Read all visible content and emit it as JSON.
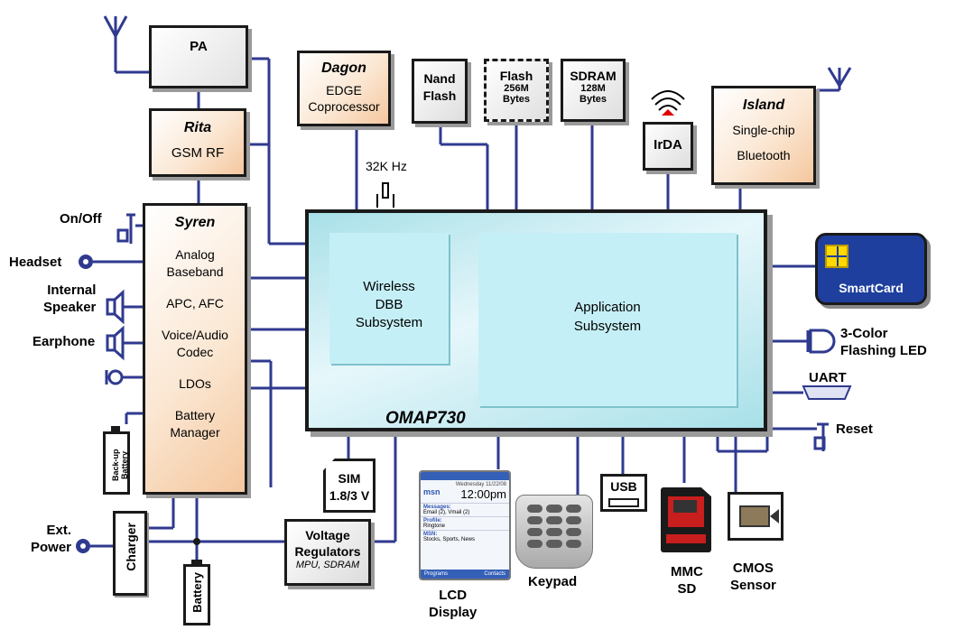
{
  "blocks": {
    "pa": "PA",
    "rita_title": "Rita",
    "rita_sub": "GSM RF",
    "dagon_title": "Dagon",
    "dagon_l1": "EDGE",
    "dagon_l2": "Coprocessor",
    "nand_l1": "Nand",
    "nand_l2": "Flash",
    "flash_l1": "Flash",
    "flash_l2": "256M",
    "flash_l3": "Bytes",
    "sdram_l1": "SDRAM",
    "sdram_l2": "128M",
    "sdram_l3": "Bytes",
    "irda": "IrDA",
    "island_title": "Island",
    "island_l1": "Single-chip",
    "island_l2": "Bluetooth",
    "clock": "32K Hz",
    "syren_title": "Syren",
    "syren_items": [
      "Analog",
      "Baseband",
      "APC, AFC",
      "Voice/Audio",
      "Codec",
      "LDOs",
      "Battery",
      "Manager"
    ],
    "wireless_l1": "Wireless",
    "wireless_l2": "DBB",
    "wireless_l3": "Subsystem",
    "app_l1": "Application",
    "app_l2": "Subsystem",
    "omap": "OMAP730",
    "smartcard": "SmartCard",
    "sim_l1": "SIM",
    "sim_l2": "1.8/3 V",
    "vreg_l1": "Voltage",
    "vreg_l2": "Regulators",
    "vreg_l3": "MPU, SDRAM",
    "charger": "Charger",
    "battery": "Battery",
    "backup_battery": "Back-up Battery",
    "usb": "USB"
  },
  "labels": {
    "onoff": "On/Off",
    "headset": "Headset",
    "internal_l1": "Internal",
    "internal_l2": "Speaker",
    "earphone": "Earphone",
    "ext_l1": "Ext.",
    "ext_l2": "Power",
    "led_l1": "3-Color",
    "led_l2": "Flashing LED",
    "uart": "UART",
    "reset": "Reset",
    "lcd_l1": "LCD",
    "lcd_l2": "Display",
    "keypad": "Keypad",
    "mmc_l1": "MMC",
    "mmc_l2": "SD",
    "cmos_l1": "CMOS",
    "cmos_l2": "Sensor"
  },
  "lcd_screen": {
    "time": "12:00pm",
    "brand": "msn",
    "date": "Wednesday 11/22/08",
    "row1": "Messages:",
    "row1_sub": "Email (2), Vmail (2)",
    "row2": "Profile:",
    "row2_sub": "Ringtone",
    "row3": "MSN:",
    "row3_sub": "Stocks, Sports, News",
    "soft_left": "Programs",
    "soft_right": "Contacts"
  },
  "colors": {
    "wire": "#2f3a8f",
    "border": "#1a1a1a",
    "omap_fill": "#d6f1f4",
    "subsystem_fill": "#c5eff6",
    "smartcard_fill": "#1e3f9e",
    "chip_yellow": "#ffd800"
  }
}
